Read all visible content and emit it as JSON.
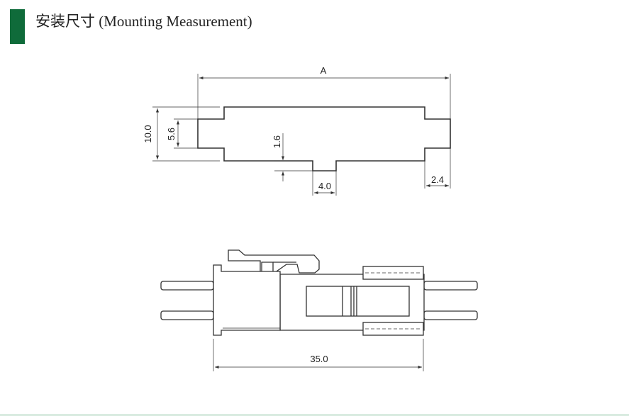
{
  "header": {
    "title": "安装尺寸 (Mounting Measurement)",
    "accent_color": "#0f6b3a"
  },
  "top_view": {
    "dim_length": "A",
    "dim_height": "10.0",
    "dim_tab_height": "5.6",
    "dim_notch_depth": "1.6",
    "dim_notch_width": "4.0",
    "dim_tab_width": "2.4"
  },
  "side_view": {
    "dim_length": "35.0"
  }
}
